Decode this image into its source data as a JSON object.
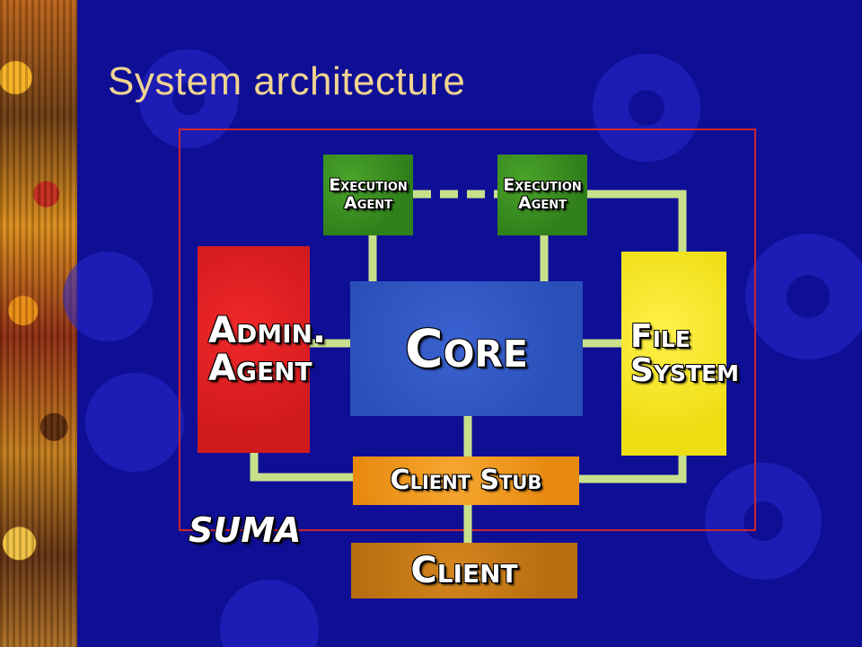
{
  "slide": {
    "title": "System architecture"
  },
  "diagram": {
    "label": "SUMA",
    "boxes": {
      "execution_agent_1": {
        "line1": "Execution",
        "line2": "Agent",
        "color": "#3a8f22"
      },
      "execution_agent_2": {
        "line1": "Execution",
        "line2": "Agent",
        "color": "#3a8f22"
      },
      "admin_agent": {
        "line1": "Admin.",
        "line2": "Agent",
        "color": "#e0201f"
      },
      "core": {
        "line1": "Core",
        "color": "#2f55c0"
      },
      "file_system": {
        "line1": "File",
        "line2": "System",
        "color": "#f2e31c"
      },
      "client_stub": {
        "line1": "Client Stub",
        "color": "#f29a1c"
      },
      "client": {
        "line1": "Client",
        "color": "#c27a18"
      }
    },
    "connector_color": "#c9e08a",
    "frame_color": "#c8282a"
  },
  "colors": {
    "background": "#0f0f96",
    "title": "#f0d490"
  }
}
